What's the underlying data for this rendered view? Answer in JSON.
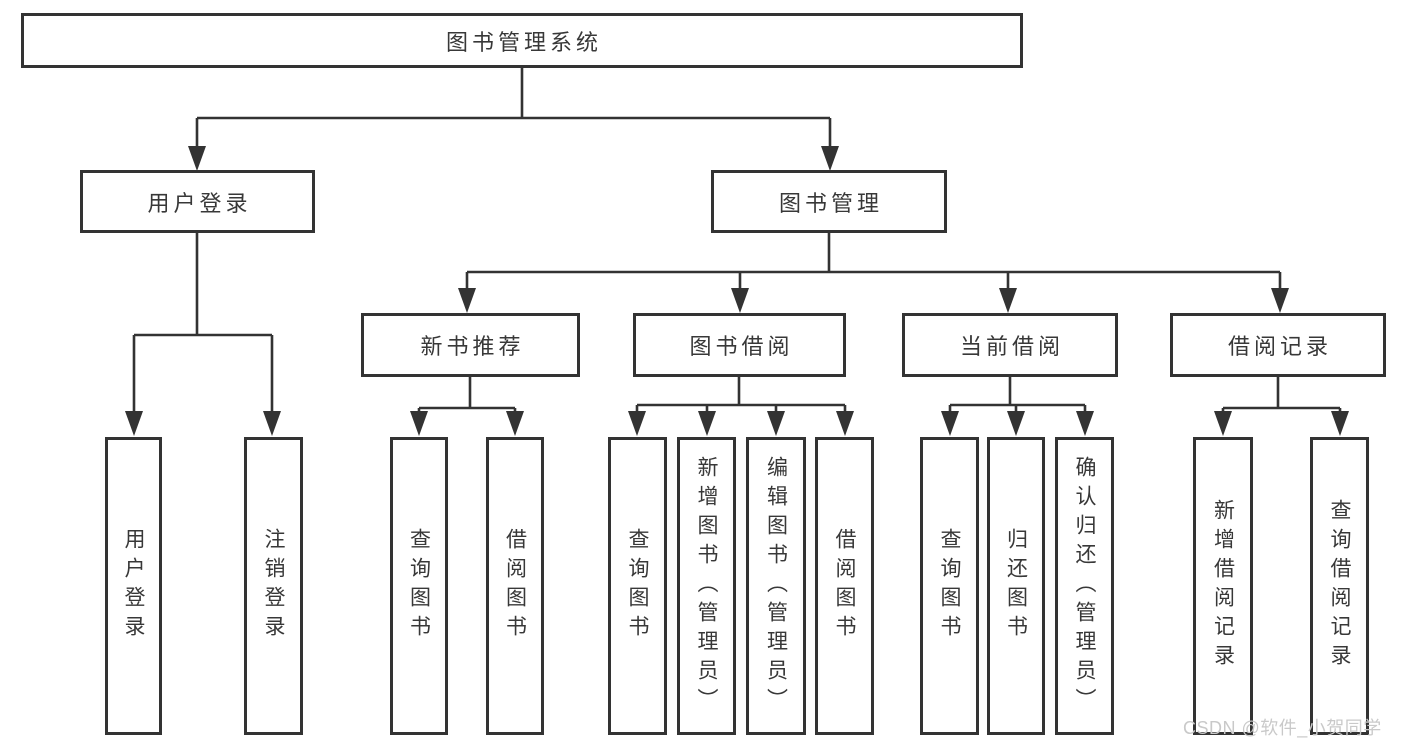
{
  "tree": {
    "root": {
      "label": "图书管理系统",
      "children": [
        {
          "label": "用户登录",
          "children": [
            {
              "label": "用户登录"
            },
            {
              "label": "注销登录"
            }
          ]
        },
        {
          "label": "图书管理",
          "children": [
            {
              "label": "新书推荐",
              "children": [
                {
                  "label": "查询图书"
                },
                {
                  "label": "借阅图书"
                }
              ]
            },
            {
              "label": "图书借阅",
              "children": [
                {
                  "label": "查询图书"
                },
                {
                  "label": "新增图书（管理员）"
                },
                {
                  "label": "编辑图书（管理员）"
                },
                {
                  "label": "借阅图书"
                }
              ]
            },
            {
              "label": "当前借阅",
              "children": [
                {
                  "label": "查询图书"
                },
                {
                  "label": "归还图书"
                },
                {
                  "label": "确认归还（管理员）"
                }
              ]
            },
            {
              "label": "借阅记录",
              "children": [
                {
                  "label": "新增借阅记录"
                },
                {
                  "label": "查询借阅记录"
                }
              ]
            }
          ]
        }
      ]
    }
  },
  "watermark": {
    "text": "CSDN @软件_小贺同学"
  },
  "colors": {
    "line": "#333333",
    "text": "#383838",
    "background": "#ffffff",
    "watermark": "#c9c9c9"
  }
}
